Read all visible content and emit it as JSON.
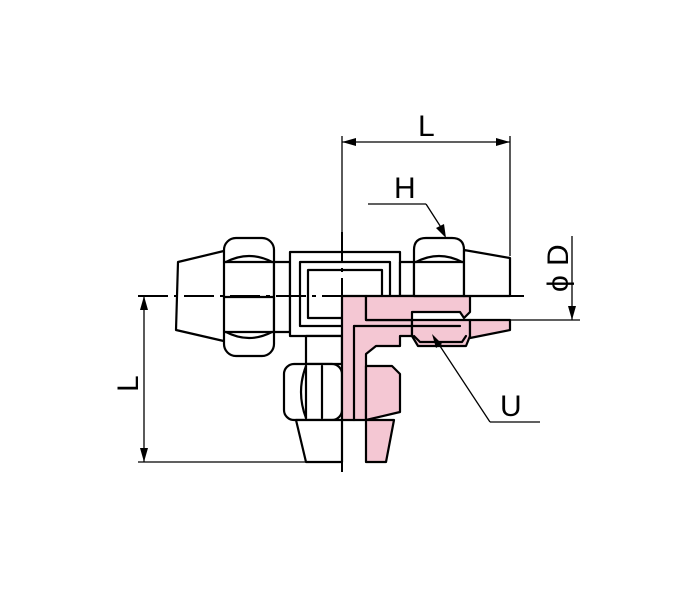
{
  "labels": {
    "length_top": "L",
    "length_side": "L",
    "hex": "H",
    "diameter": "D",
    "diameter_symbol": "ϕ",
    "union": "U"
  },
  "colors": {
    "section_fill": "#f4c7d3",
    "line": "#000000",
    "background": "#ffffff"
  }
}
